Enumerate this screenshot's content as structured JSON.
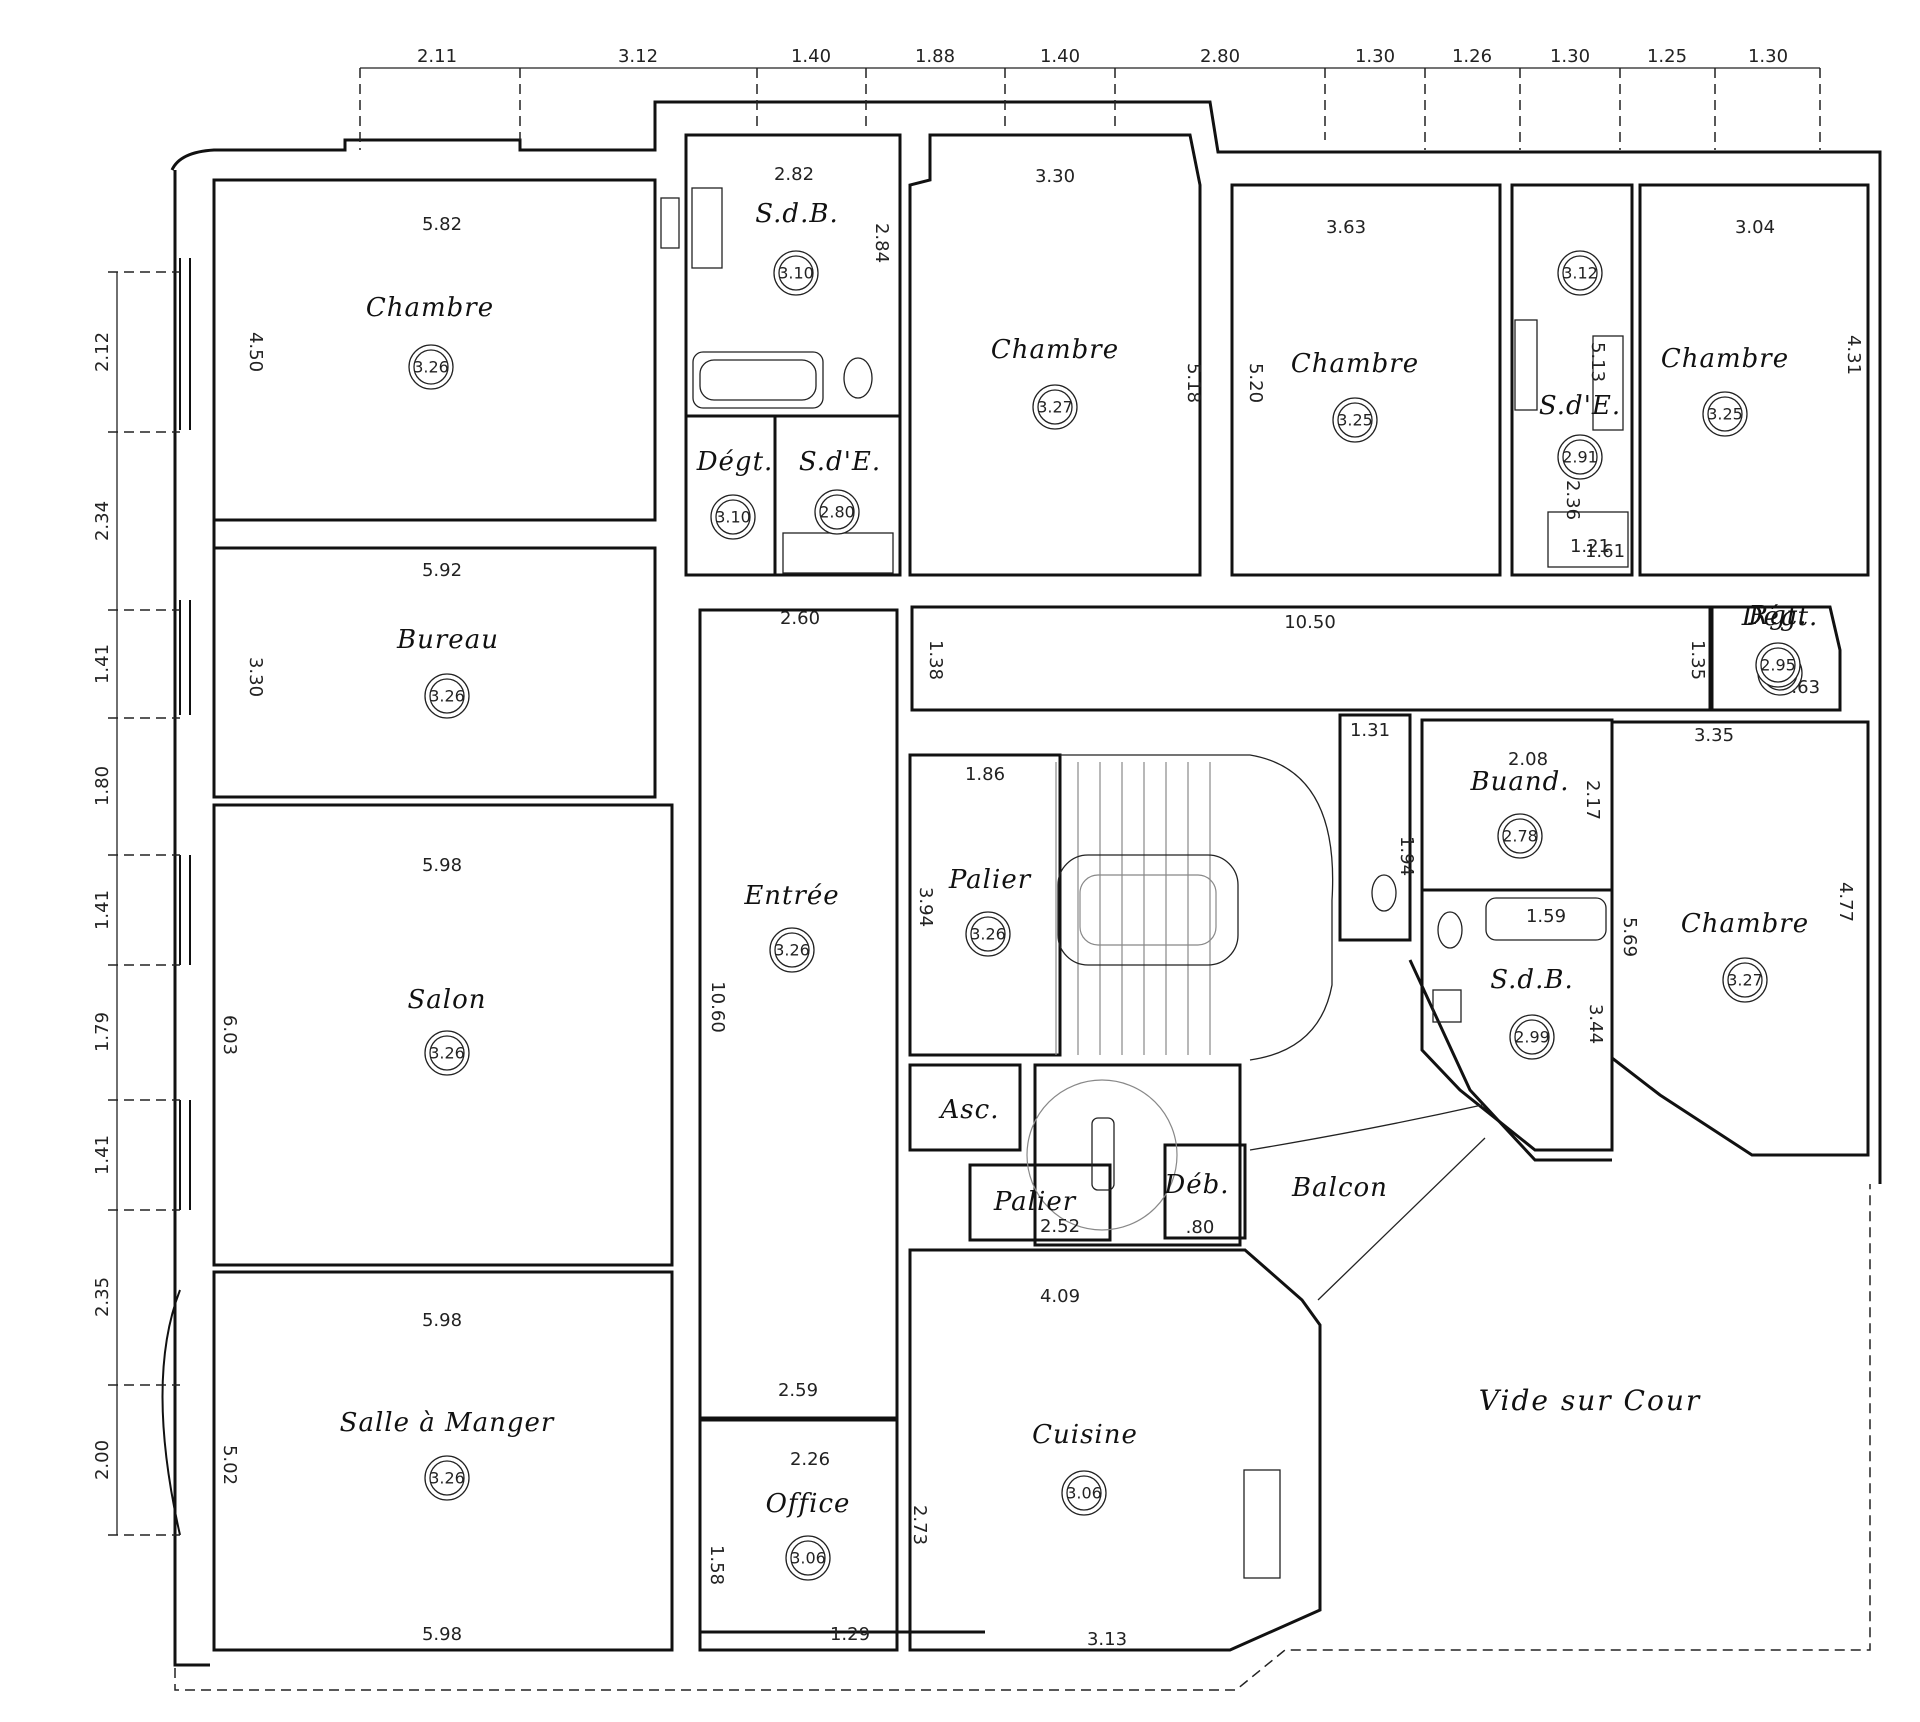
{
  "top_dimensions": [
    "2.11",
    "3.12",
    "1.40",
    "1.88",
    "1.40",
    "2.80",
    "1.30",
    "1.26",
    "1.30",
    "1.25",
    "1.30"
  ],
  "left_dimensions": [
    "2.12",
    "2.34",
    "1.41",
    "1.80",
    "1.41",
    "1.79",
    "1.41",
    "2.35",
    "2.00"
  ],
  "rooms": [
    {
      "name": "Chambre",
      "height": "3.26"
    },
    {
      "name": "S.d.B.",
      "height": "3.10"
    },
    {
      "name": "Chambre",
      "height": "3.27"
    },
    {
      "name": "Chambre",
      "height": "3.25"
    },
    {
      "name": "",
      "height": "3.12"
    },
    {
      "name": "S.d'E.",
      "height": "2.91"
    },
    {
      "name": "Chambre",
      "height": "3.25"
    },
    {
      "name": "Dégt.",
      "height": "3.10"
    },
    {
      "name": "S.d'E.",
      "height": "2.80"
    },
    {
      "name": "Bureau",
      "height": "3.26"
    },
    {
      "name": "Dégt.",
      "height": "3.06"
    },
    {
      "name": "Rgt.",
      "height": "2.95"
    },
    {
      "name": "Buand.",
      "height": "2.78"
    },
    {
      "name": "Palier",
      "height": "3.26"
    },
    {
      "name": "Entrée",
      "height": "3.26"
    },
    {
      "name": "Salon",
      "height": "3.26"
    },
    {
      "name": "Chambre",
      "height": "3.27"
    },
    {
      "name": "S.d.B.",
      "height": "2.99"
    },
    {
      "name": "Asc.",
      "height": ""
    },
    {
      "name": "Palier",
      "height": ""
    },
    {
      "name": "Déb.",
      "height": ""
    },
    {
      "name": "Balcon",
      "height": ""
    },
    {
      "name": "Salle à Manger",
      "height": "3.26"
    },
    {
      "name": "Cuisine",
      "height": "3.06"
    },
    {
      "name": "Office",
      "height": "3.06"
    }
  ],
  "vide_label": "Vide sur Cour",
  "room_dimensions": [
    "5.82",
    "4.50",
    "2.82",
    "2.84",
    "3.30",
    "5.18",
    "3.63",
    "5.20",
    "3.04",
    "4.31",
    "5.13",
    "2.36",
    "1.61",
    "1.21",
    "5.92",
    "3.30",
    "2.60",
    "10.50",
    "1.38",
    "1.35",
    "1.63",
    "1.31",
    "2.08",
    "3.35",
    "2.17",
    "1.86",
    "1.94",
    "1.59",
    "3.94",
    "4.77",
    "5.98",
    "5.69",
    "3.44",
    "6.03",
    "10.60",
    "2.52",
    ".80",
    "5.98",
    "4.09",
    "2.59",
    "2.26",
    "2.73",
    "5.02",
    "1.58",
    "5.98",
    "1.29",
    "3.13"
  ]
}
